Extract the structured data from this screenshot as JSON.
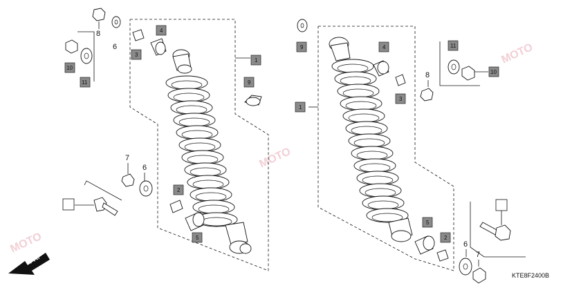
{
  "diagram": {
    "code": "KTE8F2400B",
    "front_label": "FR.",
    "watermark": "MOTO",
    "parts_left": {
      "shock": "1",
      "collar_a": "2",
      "collar_b": "3",
      "bush_a": "4",
      "bush_b": "5",
      "washer_top": "6",
      "nut_top": "8",
      "washer_top_b": "9",
      "nut_b": "10",
      "washer_b": "11",
      "washer_low": "6",
      "nut_low": "7"
    },
    "parts_right": {
      "shock": "1",
      "collar_a": "2",
      "collar_b": "3",
      "bush_a": "4",
      "bush_b": "5",
      "washer_low": "6",
      "nut_low": "7",
      "nut_top": "8",
      "washer_top": "9",
      "nut_b": "10",
      "washer_b": "11"
    }
  }
}
